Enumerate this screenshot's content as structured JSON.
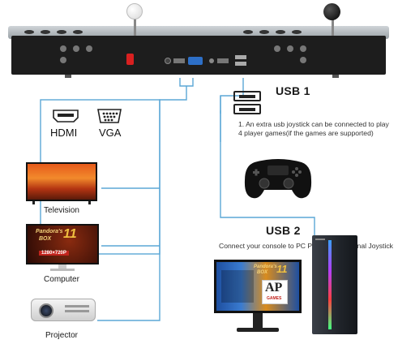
{
  "ports": {
    "hdmi": "HDMI",
    "vga": "VGA"
  },
  "devices": {
    "television": "Television",
    "computer": "Computer",
    "projector": "Projector"
  },
  "usb1": {
    "title": "USB 1",
    "note": "1. An extra usb joystick can be connected to play 4 player games(if the games are supported)"
  },
  "usb2": {
    "title": "USB 2",
    "note": "Connect your console to PC PS3 as an external Joystick"
  },
  "screens": {
    "computer_logo_line1": "Pandora's",
    "computer_logo_line2": "BOX",
    "computer_logo_num": "11",
    "computer_res": "1280×720P",
    "monitor_logo_line1": "Pandora's",
    "monitor_logo_line2": "BOX",
    "monitor_logo_num": "11",
    "monitor_brand": "AP",
    "monitor_brand_sub": "GAMES"
  },
  "colors": {
    "line": "#5ba7d6",
    "console_body": "#1d1d1d",
    "text": "#1a1a1a"
  }
}
